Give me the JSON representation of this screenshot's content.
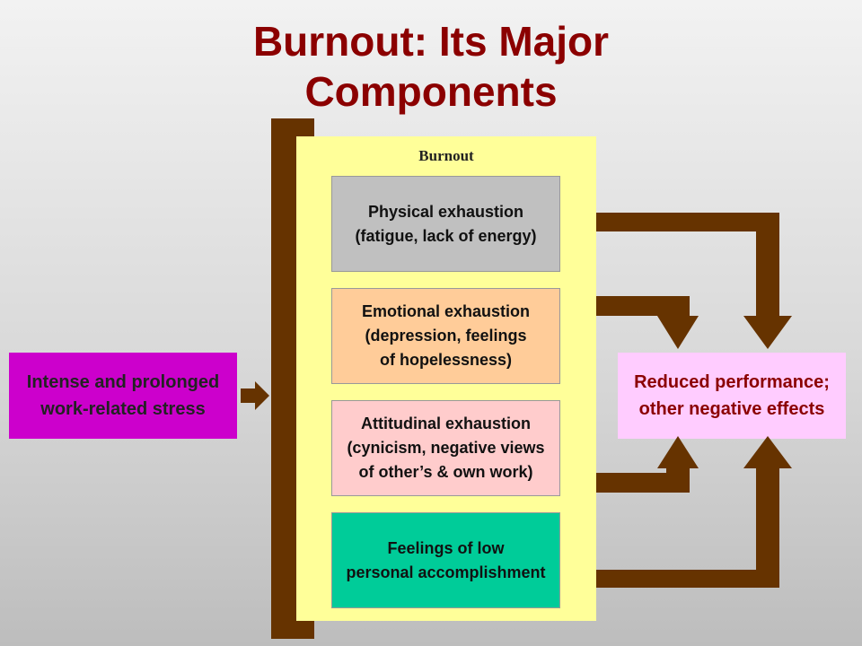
{
  "title": {
    "line1": "Burnout: Its Major",
    "line2": "Components"
  },
  "panel": {
    "label": "Burnout"
  },
  "components": [
    {
      "line1": "Physical exhaustion",
      "line2": "(fatigue, lack of energy)",
      "line3": ""
    },
    {
      "line1": "Emotional exhaustion",
      "line2": "(depression, feelings",
      "line3": "of hopelessness)"
    },
    {
      "line1": "Attitudinal exhaustion",
      "line2": "(cynicism, negative views",
      "line3": "of other’s & own work)"
    },
    {
      "line1": "Feelings of low",
      "line2": "personal accomplishment",
      "line3": ""
    }
  ],
  "cause": {
    "line1": "Intense and prolonged",
    "line2": "work-related stress"
  },
  "effect": {
    "line1": "Reduced performance;",
    "line2": "other negative effects"
  },
  "colors": {
    "title": "#8b0000",
    "connector": "#663300",
    "panel": "#ffff99",
    "physical": "#c0c0c0",
    "emotional": "#ffcc99",
    "attitudinal": "#ffcccc",
    "accomplishment": "#00cc99",
    "cause": "#cc00cc",
    "effect": "#ffccff"
  }
}
